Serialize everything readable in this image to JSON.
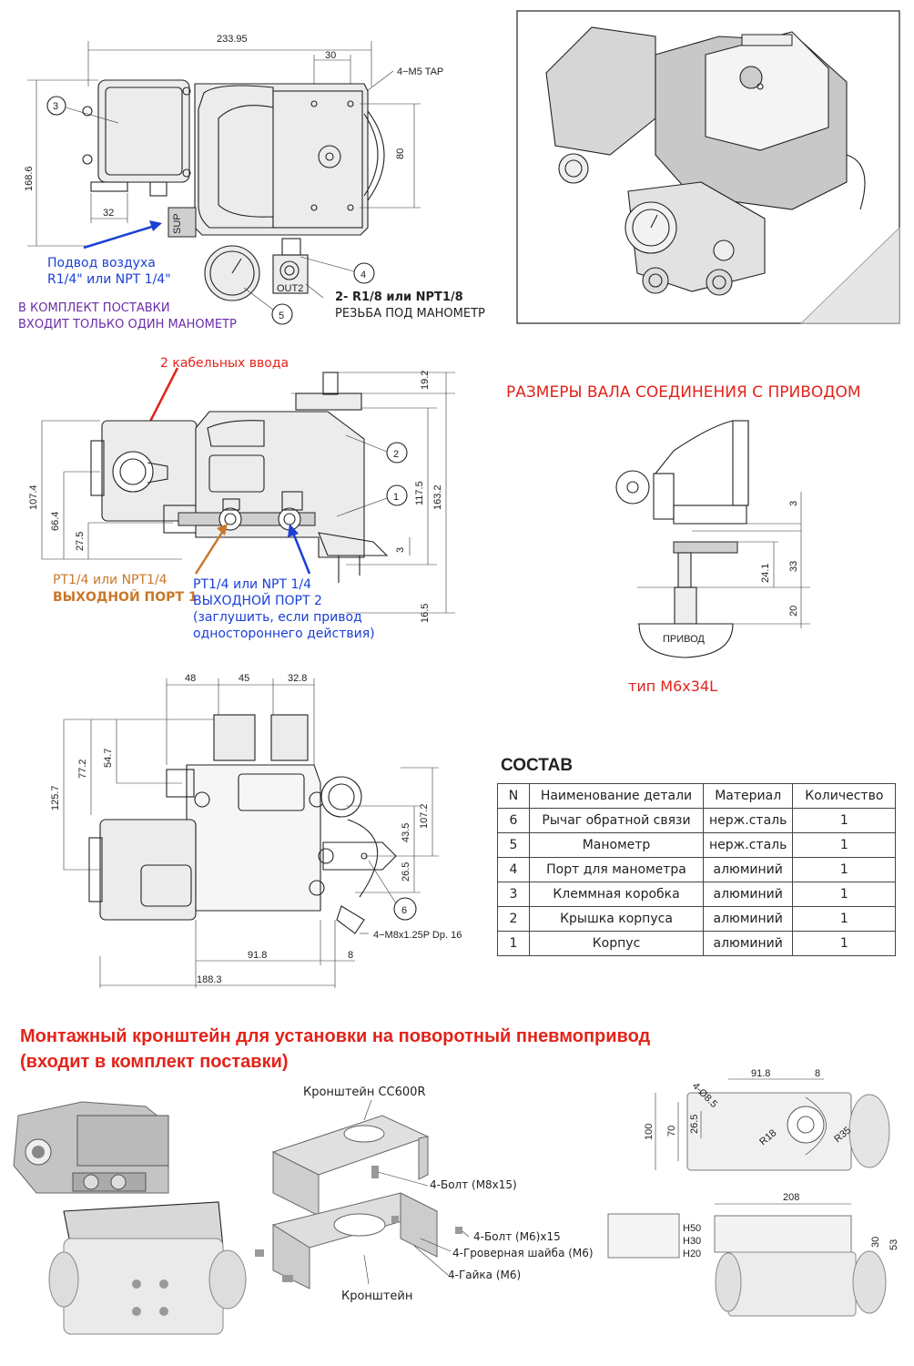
{
  "top": {
    "dims": {
      "width": "233.95",
      "d30": "30",
      "d80": "80",
      "d168": "168.6",
      "d32": "32"
    },
    "tap": "4−M5 TAP",
    "sup": "SUP",
    "out2": "OUT2",
    "callouts": [
      "3",
      "4",
      "5"
    ],
    "air_supply_1": "Подвод воздуха",
    "air_supply_2": "R1/4\" или NPT 1/4\"",
    "gauge_thread_1": "2- R1/8 или NPT1/8",
    "gauge_thread_2": "РЕЗЬБА ПОД МАНОМЕТР",
    "kit_note_1": "В КОМПЛЕКТ ПОСТАВКИ",
    "kit_note_2": "ВХОДИТ ТОЛЬКО ОДИН МАНОМЕТР"
  },
  "side": {
    "cable_label": "2 кабельных ввода",
    "dims": {
      "d19": "19.2",
      "d1074": "107.4",
      "d664": "66.4",
      "d275": "27.5",
      "d1175": "117.5",
      "d1632": "163.2",
      "d3": "3",
      "d165": "16.5"
    },
    "callouts": [
      "2",
      "1"
    ],
    "port1_1": "PT1/4 или NPT1/4",
    "port1_2": "ВЫХОДНОЙ ПОРТ 1",
    "port2_1": "PT1/4 или NPT 1/4",
    "port2_2": "ВЫХОДНОЙ ПОРТ 2",
    "port2_3": "(заглушить, если привод",
    "port2_4": "одностороннего действия)"
  },
  "shaft": {
    "title": "РАЗМЕРЫ ВАЛА СОЕДИНЕНИЯ С ПРИВОДОМ",
    "dims": {
      "d3": "3",
      "d33": "33",
      "d241": "24.1",
      "d20": "20"
    },
    "actuator": "ПРИВОД",
    "type": "тип  M6x34L"
  },
  "bottom_view": {
    "dims": {
      "d48": "48",
      "d45": "45",
      "d328": "32.8",
      "d547": "54.7",
      "d772": "77.2",
      "d1257": "125.7",
      "d1072": "107.2",
      "d435": "43.5",
      "d265": "26.5",
      "d918": "91.8",
      "d8": "8",
      "d1883": "188.3"
    },
    "tap": "4−M8x1.25P Dp. 16",
    "callout": "6"
  },
  "bom": {
    "title": "СОСТАВ",
    "headers": [
      "N",
      "Наименование детали",
      "Материал",
      "Количество"
    ],
    "rows": [
      [
        "6",
        "Рычаг обратной связи",
        "нерж.сталь",
        "1"
      ],
      [
        "5",
        "Манометр",
        "нерж.сталь",
        "1"
      ],
      [
        "4",
        "Порт для манометра",
        "алюминий",
        "1"
      ],
      [
        "3",
        "Клеммная коробка",
        "алюминий",
        "1"
      ],
      [
        "2",
        "Крышка корпуса",
        "алюминий",
        "1"
      ],
      [
        "1",
        "Корпус",
        "алюминий",
        "1"
      ]
    ]
  },
  "bracket": {
    "title_1": "Монтажный кронштейн для установки на поворотный пневмопривод",
    "title_2": "(входит в комплект поставки)",
    "bracket_name": "Кронштейн CC600R",
    "bolt_m8": "4-Болт (M8x15)",
    "bolt_m6": "4-Болт (M6)x15",
    "washer": "4-Гроверная шайба (M6)",
    "nut": "4-Гайка (M6)",
    "bracket_label": "Кронштейн",
    "right_dims": {
      "hole": "4-Ø8.5",
      "d918": "91.8",
      "d8": "8",
      "d265": "26.5",
      "d100": "100",
      "d70": "70",
      "r18": "R18",
      "r35": "R35",
      "d208": "208",
      "d30": "30",
      "d53": "53"
    },
    "heights": [
      "H50",
      "H30",
      "H20"
    ]
  }
}
